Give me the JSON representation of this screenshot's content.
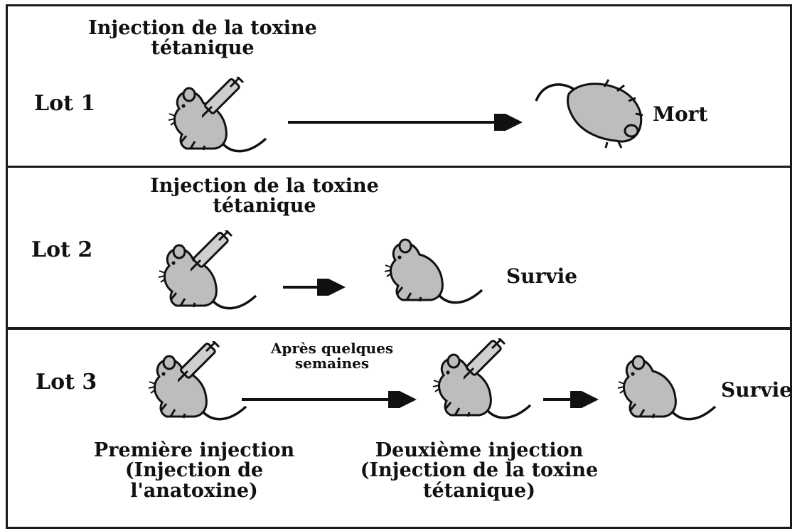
{
  "lots": [
    {
      "label": "Lot 1",
      "caption_line1": "Injection de la toxine",
      "caption_line2": "tétanique",
      "outcome": "Mort"
    },
    {
      "label": "Lot 2",
      "caption_line1": "Injection de la toxine",
      "caption_line2": "tétanique",
      "outcome": "Survie"
    },
    {
      "label": "Lot 3",
      "interval_line1": "Après quelques",
      "interval_line2": "semaines",
      "first_injection": {
        "title": "Première injection",
        "detail_line1": "(Injection de",
        "detail_line2": "l'anatoxine)"
      },
      "second_injection": {
        "title": "Deuxième injection",
        "detail_line1": "(Injection de la toxine",
        "detail_line2": "tétanique)"
      },
      "outcome": "Survie"
    }
  ],
  "colors": {
    "mouse_fill": "#bdbdbd",
    "ink": "#111111"
  },
  "icons": [
    "mouse-icon",
    "dead-mouse-icon",
    "syringe-icon",
    "arrow-right-icon"
  ]
}
